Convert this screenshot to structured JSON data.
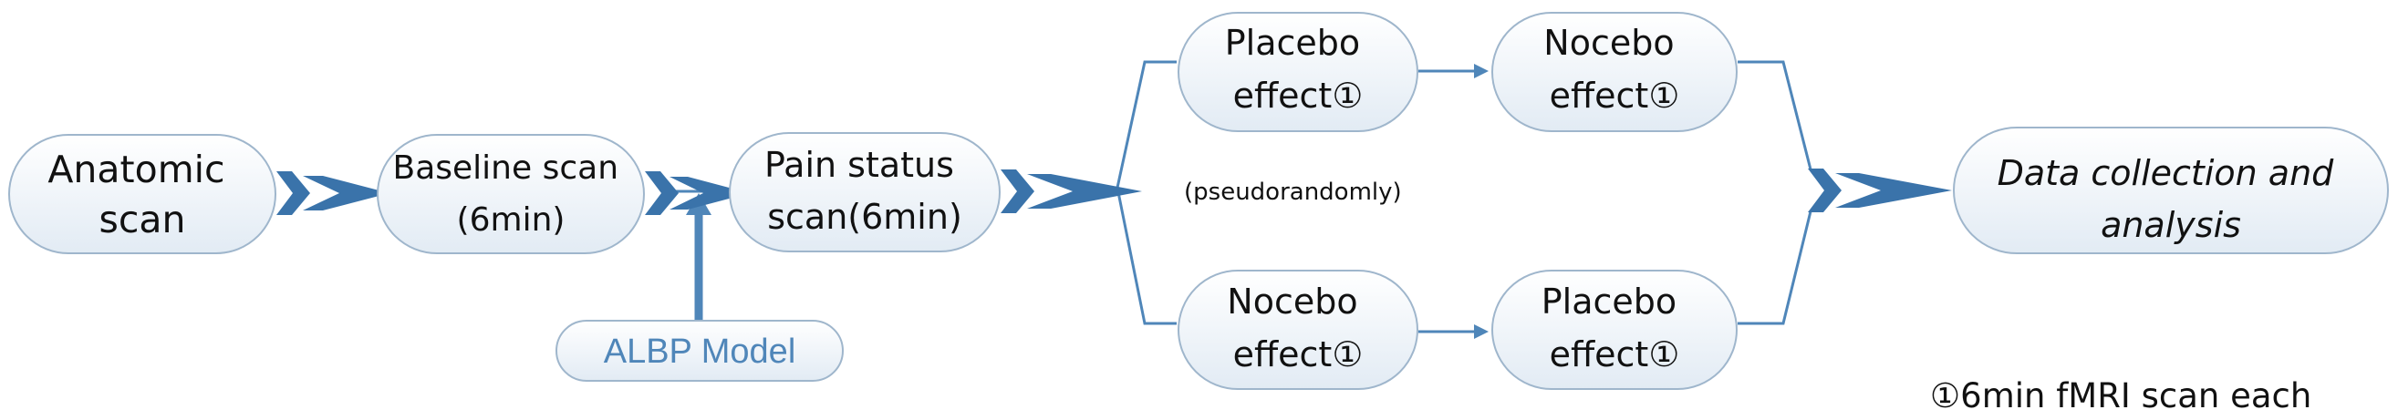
{
  "colors": {
    "connector": "#4f86b9",
    "chevron": "#3a73aa",
    "node_border": "#9fb6cc",
    "node_fill_top": "#ffffff",
    "node_fill_bottom": "#e2ebf4",
    "model_text": "#4f86b9",
    "text": "#111111"
  },
  "nodes": {
    "anatomic": {
      "lines": [
        "Anatomic",
        "scan"
      ]
    },
    "baseline": {
      "lines": [
        "Baseline scan",
        "(6min)"
      ]
    },
    "pain": {
      "lines": [
        "Pain status",
        "scan(6min)"
      ]
    },
    "placebo_top": {
      "lines": [
        "Placebo",
        "effect①"
      ]
    },
    "nocebo_top": {
      "lines": [
        "Nocebo",
        "effect①"
      ]
    },
    "nocebo_bottom": {
      "lines": [
        "Nocebo",
        "effect①"
      ]
    },
    "placebo_bottom": {
      "lines": [
        "Placebo",
        "effect①"
      ]
    },
    "data": {
      "lines": [
        "Data collection and",
        "analysis"
      ]
    }
  },
  "albp_model": {
    "label": "ALBP Model"
  },
  "branch_note": "(pseudorandomly)",
  "footnote": "①6min fMRI scan each"
}
